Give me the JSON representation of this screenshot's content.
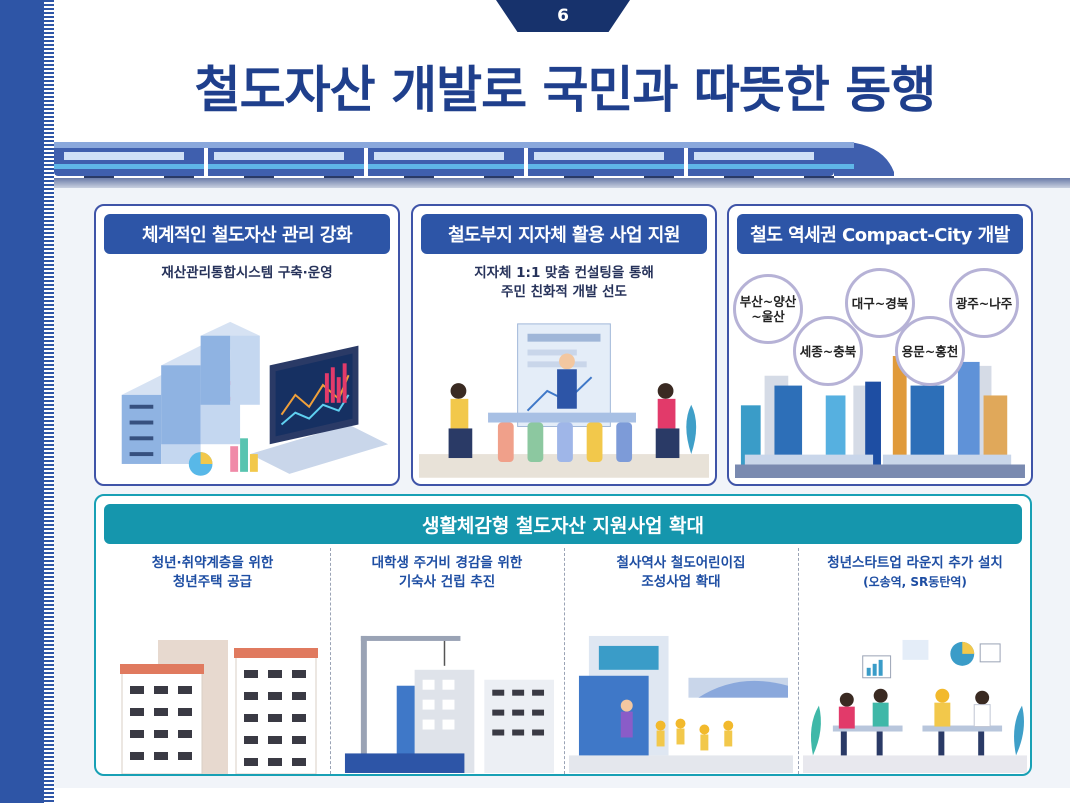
{
  "page_number": "6",
  "title": "철도자산 개발로 국민과 따뜻한 동행",
  "cards": [
    {
      "header": "체계적인 철도자산 관리 강화",
      "sub_lines": [
        "재산관리통합시스템 구축·운영"
      ]
    },
    {
      "header": "철도부지 지자체 활용 사업 지원",
      "sub_lines": [
        "지자체 1:1 맞춤 컨설팅을 통해",
        "주민 친화적 개발 선도"
      ]
    },
    {
      "header": "철도 역세권 Compact-City 개발",
      "bubbles": [
        "부산~양산 ~울산",
        "대구~경북",
        "광주~나주",
        "세종~충북",
        "용문~홍천"
      ]
    }
  ],
  "bottom": {
    "header": "생활체감형 철도자산 지원사업 확대",
    "columns": [
      {
        "lines": [
          "청년·취약계층을 위한",
          "청년주택 공급"
        ]
      },
      {
        "lines": [
          "대학생 주거비 경감을 위한",
          "기숙사 건립 추진"
        ]
      },
      {
        "lines": [
          "철사역사 철도어린이집",
          "조성사업 확대"
        ]
      },
      {
        "lines": [
          "청년스타트업 라운지 추가 설치",
          "(오송역, SR동탄역)"
        ]
      }
    ]
  },
  "colors": {
    "primary": "#2d55a7",
    "teal": "#1596ad",
    "title": "#1f3f8c"
  }
}
